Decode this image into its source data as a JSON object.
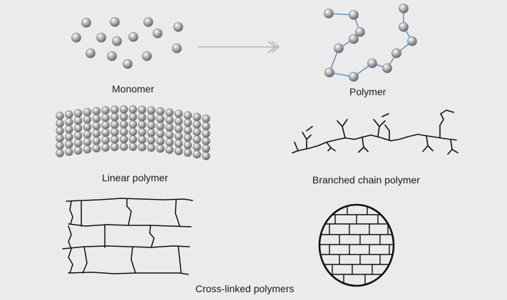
{
  "labels": {
    "monomer": "Monomer",
    "polymer": "Polymer",
    "linear": "Linear polymer",
    "branched": "Branched chain polymer",
    "crosslinked": "Cross-linked polymers"
  },
  "colors": {
    "background": "#ebebeb",
    "bead": "#8e8e8e",
    "bond": "#5b9bd5",
    "arrow": "#a8a8a8",
    "line": "#111111"
  }
}
